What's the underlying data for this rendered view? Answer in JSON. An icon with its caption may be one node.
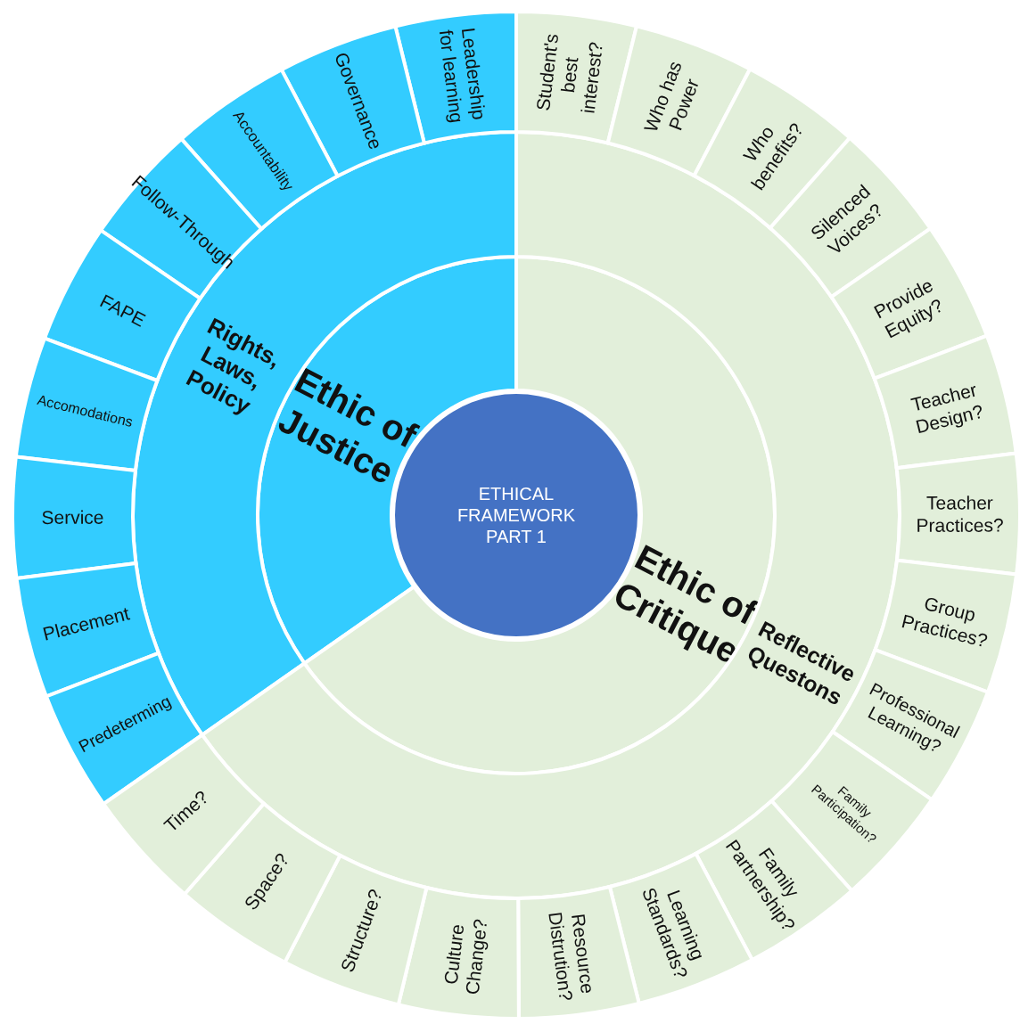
{
  "diagram": {
    "nodes": [
      {
        "text": [
          "ETHICAL FRAMEWORK PART 1"
        ]
      },
      {
        "text": [
          "Ethic of Justice"
        ]
      },
      {
        "text": [
          "Rights, Laws, Policy"
        ]
      },
      {
        "text": [
          "Leadership for learning"
        ]
      },
      {
        "text": [
          "Governance"
        ]
      },
      {
        "text": [
          "Accountability"
        ]
      },
      {
        "text": [
          "Follow-Through"
        ]
      },
      {
        "text": [
          "FAPE"
        ]
      },
      {
        "text": [
          "Accomodations"
        ]
      },
      {
        "text": [
          "Service"
        ]
      },
      {
        "text": [
          "Placement"
        ]
      },
      {
        "text": [
          "Predeterming"
        ]
      },
      {
        "text": [
          "Ethic of Critique"
        ]
      },
      {
        "text": [
          "Reflective Questons"
        ]
      },
      {
        "text": [
          "Student's best interest?"
        ]
      },
      {
        "text": [
          "Who has Power"
        ]
      },
      {
        "text": [
          "Who benefits?"
        ]
      },
      {
        "text": [
          "Silenced Voices?"
        ]
      },
      {
        "text": [
          "Provide Equity?"
        ]
      },
      {
        "text": [
          "Teacher Design?"
        ]
      },
      {
        "text": [
          "Teacher Practices?"
        ]
      },
      {
        "text": [
          "Group Practices?"
        ]
      },
      {
        "text": [
          "Professional Learning?"
        ]
      },
      {
        "text": [
          "Family Participation?"
        ]
      },
      {
        "text": [
          "Family Partnership?"
        ]
      },
      {
        "text": [
          "Learning Standards?"
        ]
      },
      {
        "text": [
          "Resource Distrution?"
        ]
      },
      {
        "text": [
          "Culture Change?"
        ]
      },
      {
        "text": [
          "Structure?"
        ]
      },
      {
        "text": [
          "Space?"
        ]
      },
      {
        "text": [
          "Time?"
        ]
      }
    ]
  }
}
